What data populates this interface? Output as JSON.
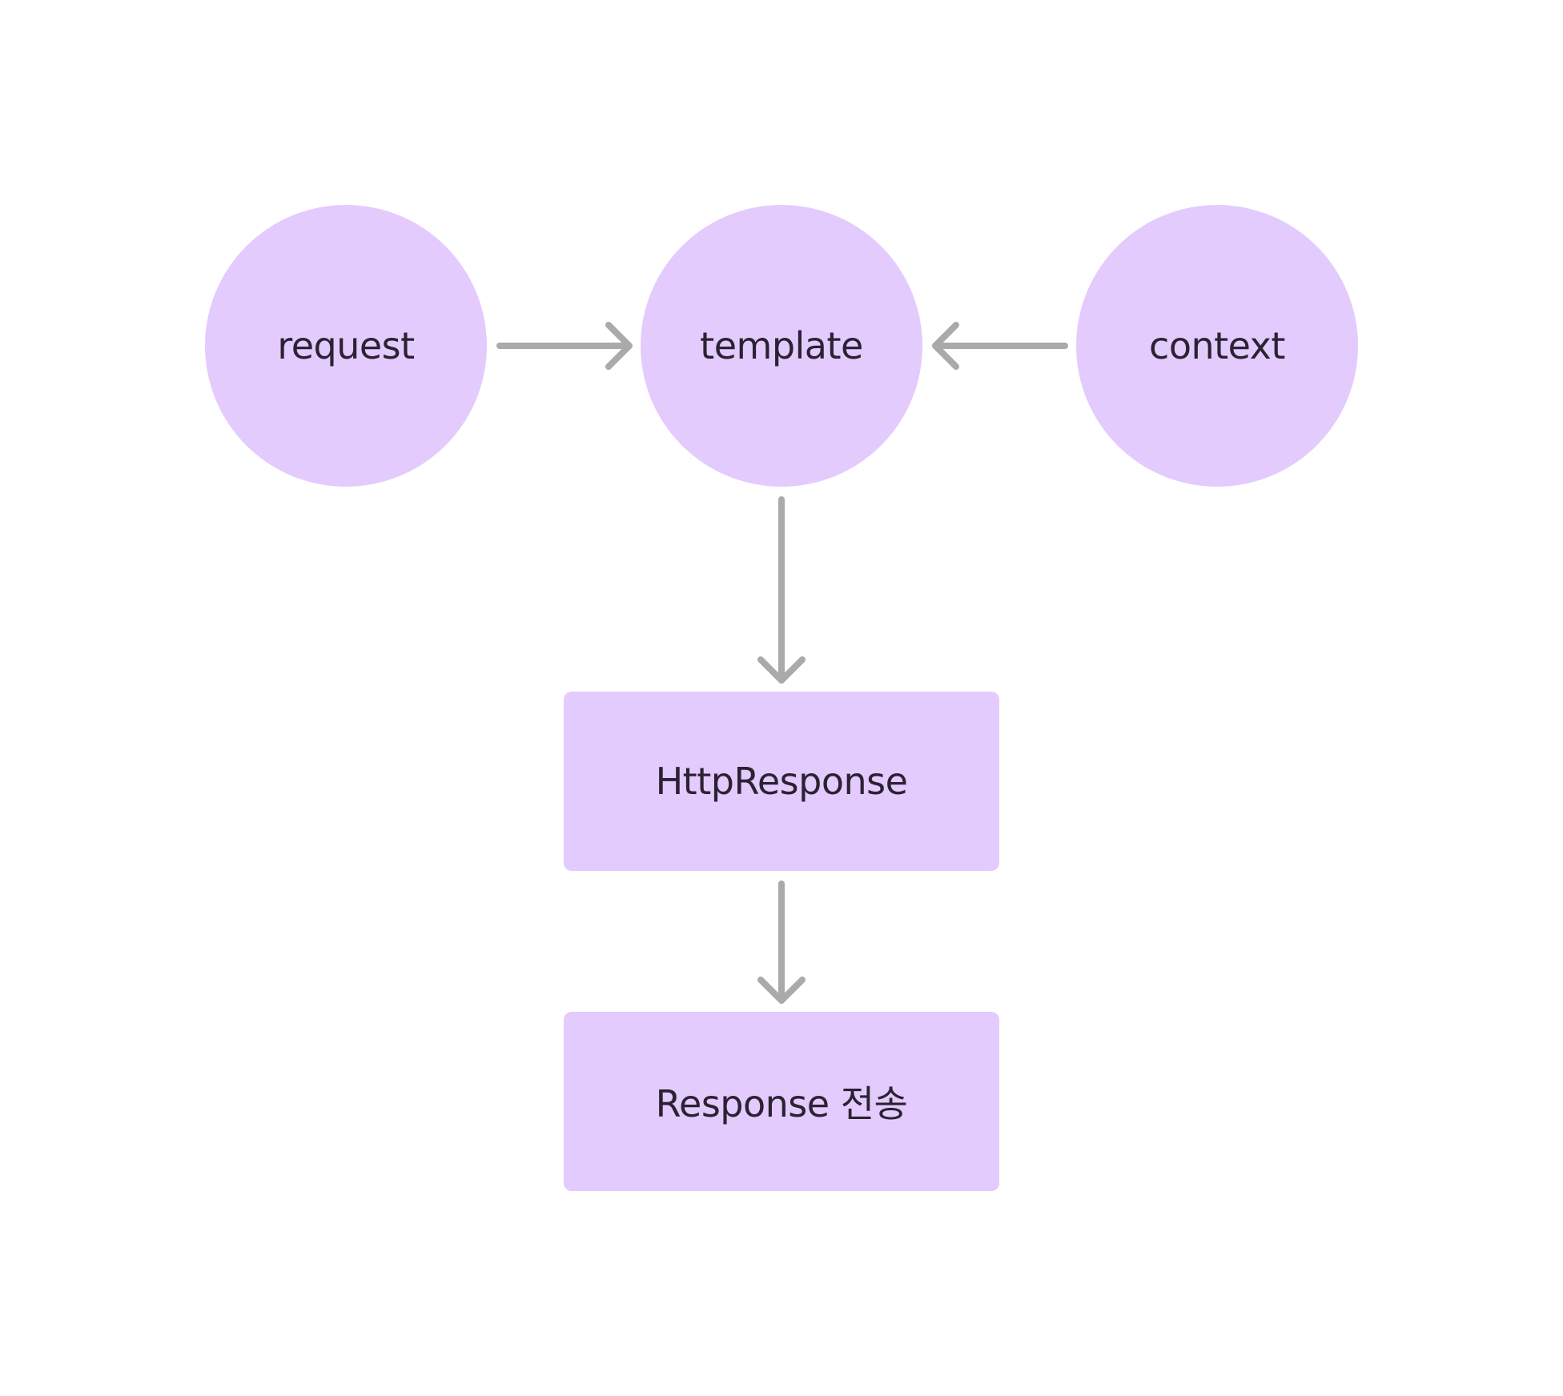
{
  "diagram": {
    "nodes": {
      "request": "request",
      "template": "template",
      "context": "context",
      "httpresponse": "HttpResponse",
      "send": "Response 전송"
    },
    "edges": [
      {
        "from": "request",
        "to": "template"
      },
      {
        "from": "context",
        "to": "template"
      },
      {
        "from": "template",
        "to": "httpresponse"
      },
      {
        "from": "httpresponse",
        "to": "send"
      }
    ]
  },
  "colors": {
    "node_fill": "#e3cbfd",
    "node_text": "#2b2233",
    "arrow": "#aaaaaa"
  }
}
